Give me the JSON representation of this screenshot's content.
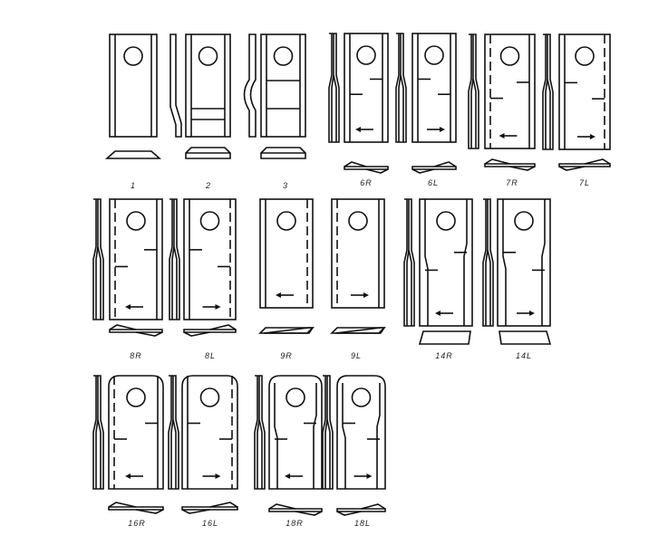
{
  "title": "Mower blade types",
  "blades": [
    {
      "label": "1",
      "arrow": "none"
    },
    {
      "label": "2",
      "arrow": "none"
    },
    {
      "label": "3",
      "arrow": "none"
    },
    {
      "label": "6R",
      "arrow": "left"
    },
    {
      "label": "6L",
      "arrow": "right"
    },
    {
      "label": "7R",
      "arrow": "left"
    },
    {
      "label": "7L",
      "arrow": "right"
    },
    {
      "label": "8R",
      "arrow": "left"
    },
    {
      "label": "8L",
      "arrow": "right"
    },
    {
      "label": "9R",
      "arrow": "left"
    },
    {
      "label": "9L",
      "arrow": "right"
    },
    {
      "label": "14R",
      "arrow": "left"
    },
    {
      "label": "14L",
      "arrow": "right"
    },
    {
      "label": "16R",
      "arrow": "left"
    },
    {
      "label": "16L",
      "arrow": "right"
    },
    {
      "label": "18R",
      "arrow": "left"
    },
    {
      "label": "18L",
      "arrow": "right"
    }
  ]
}
